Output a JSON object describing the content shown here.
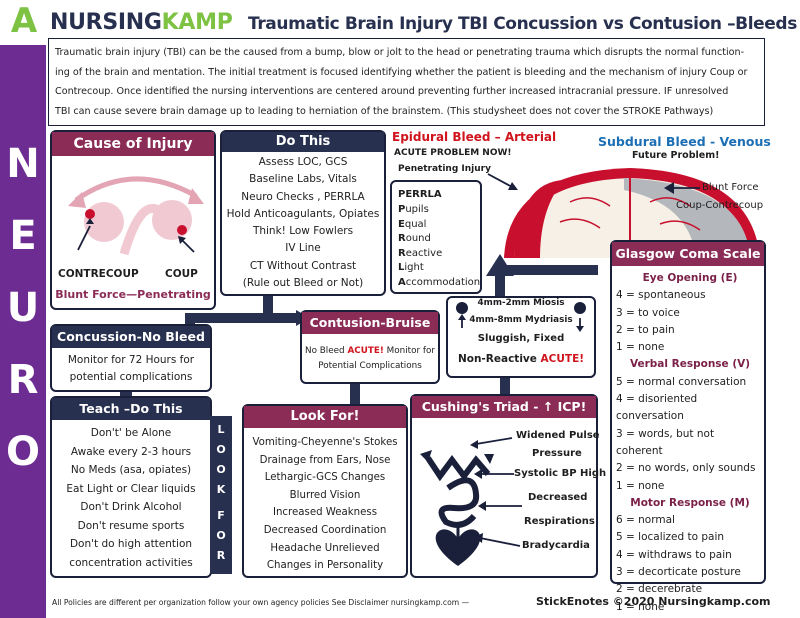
{
  "brand": {
    "logo_letter": "A",
    "name_part1": "NURSING",
    "name_part2": "KAMP"
  },
  "title": "Traumatic Brain Injury TBI Concussion vs Contusion –Bleeds",
  "intro": [
    "Traumatic brain injury (TBI) can be the caused from a bump, blow or jolt to the head or penetrating trauma which disrupts the normal function-",
    "ing of the brain and mentation.  The initial treatment is focused identifying whether the patient is bleeding and the mechanism of injury Coup or",
    "Contrecoup. Once identified the nursing interventions are centered around preventing further increased intracranial pressure. IF unresolved",
    "TBI can cause severe brain damage up to leading to herniation of the brainstem. (This studysheet does not cover the STROKE Pathways)"
  ],
  "side_letters": [
    "N",
    "E",
    "U",
    "R",
    "O"
  ],
  "cause": {
    "header": "Cause of Injury",
    "contrecoup": "CONTRECOUP",
    "coup": "COUP",
    "mechanism": "Blunt Force—Penetrating"
  },
  "do_this": {
    "header": "Do This",
    "items": [
      "Assess LOC, GCS",
      "Baseline Labs, Vitals",
      "Neuro Checks , PERRLA",
      "Hold Anticoagulants, Opiates",
      "Think! Low Fowlers",
      "IV Line",
      "CT Without Contrast",
      "(Rule out Bleed or Not)"
    ]
  },
  "epidural": {
    "title": "Epidural Bleed – Arterial",
    "line1": "ACUTE PROBLEM NOW!",
    "line2": "Penetrating Injury"
  },
  "subdural": {
    "title": "Subdural Bleed - Venous",
    "line1": "Future Problem!",
    "label1": "Blunt Force",
    "label2": "Coup-Contrecoup"
  },
  "perrla": {
    "title": "PERRLA",
    "items": [
      {
        "first": "P",
        "rest": "upils"
      },
      {
        "first": "E",
        "rest": "qual"
      },
      {
        "first": "R",
        "rest": "ound"
      },
      {
        "first": "R",
        "rest": "eactive"
      },
      {
        "first": "L",
        "rest": "ight"
      },
      {
        "first": "A",
        "rest": "ccommodation"
      }
    ]
  },
  "pupils": {
    "miosis": "4mm-2mm Miosis",
    "mydriasis": "4mm-8mm Mydriasis",
    "sluggish": "Sluggish, Fixed",
    "nonreactive": "Non-Reactive",
    "acute": "ACUTE!"
  },
  "concussion": {
    "header": "Concussion-No Bleed",
    "line1": "Monitor for 72 Hours for",
    "line2": "potential complications"
  },
  "contusion": {
    "header": "Contusion-Bruise",
    "no_bleed": "No Bleed",
    "acute": "ACUTE!",
    "monitor": "Monitor for",
    "line2": "Potential Complications"
  },
  "teach": {
    "header": "Teach –Do This",
    "items": [
      "Don't' be Alone",
      "Awake every 2-3 hours",
      "No Meds (asa, opiates)",
      "Eat Light  or Clear liquids",
      "Don't Drink Alcohol",
      "Don't resume sports",
      "Don't do high attention",
      "concentration activities"
    ]
  },
  "look_for_vertical": [
    "L",
    "O",
    "O",
    "K",
    "F",
    "O",
    "R"
  ],
  "look_for": {
    "header": "Look For!",
    "items": [
      "Vomiting-Cheyenne's Stokes",
      "Drainage from Ears, Nose",
      "Lethargic-GCS Changes",
      "Blurred Vision",
      "Increased Weakness",
      "Decreased Coordination",
      "Headache Unrelieved",
      "Changes in Personality"
    ]
  },
  "cushing": {
    "header": "Cushing's Triad - ↑ ICP!",
    "items": [
      "Widened Pulse",
      "Pressure",
      "Systolic BP High",
      "Decreased",
      "Respirations",
      "Bradycardia"
    ]
  },
  "gcs": {
    "header": "Glasgow Coma Scale",
    "eye": {
      "title": "Eye Opening (E)",
      "items": [
        "4 = spontaneous",
        "3 = to voice",
        "2 = to pain",
        "1 = none"
      ]
    },
    "verbal": {
      "title": "Verbal Response (V)",
      "items": [
        "5 = normal conversation",
        "4 = disoriented conversation",
        "3 = words, but not coherent",
        "2 = no words, only sounds",
        "1 = none"
      ]
    },
    "motor": {
      "title": "Motor Response (M)",
      "items": [
        "6 = normal",
        "5 = localized to pain",
        "4 = withdraws to pain",
        "3 = decorticate posture",
        "2 = decerebrate",
        "1 = none"
      ]
    }
  },
  "footer": {
    "disclaimer": "All Policies are different per organization follow your own agency policies See Disclaimer nursingkamp.com —",
    "credit": "StickEnotes  ©2020 Nursingkamp.com"
  },
  "colors": {
    "maroon": "#8b2c57",
    "navy": "#27304f",
    "purple": "#6d2c91",
    "green": "#7dc242",
    "red": "#d0141e",
    "blue": "#1c6fb5"
  }
}
